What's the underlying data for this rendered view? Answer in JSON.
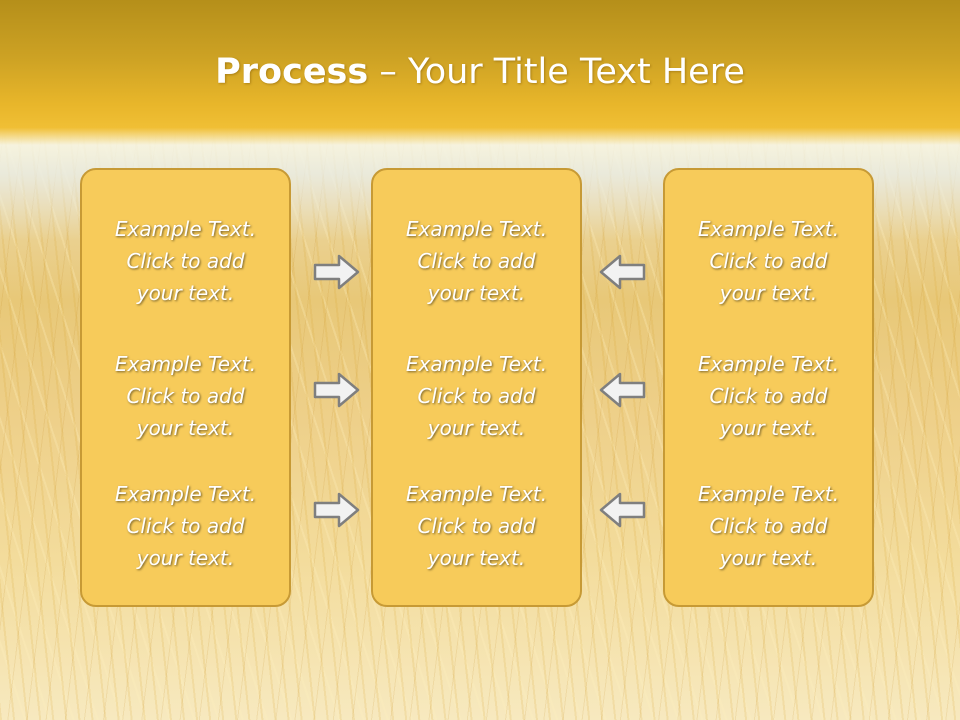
{
  "title": {
    "strong": "Process",
    "rest": " – Your Title Text Here"
  },
  "columns": [
    {
      "blocks": [
        {
          "line1": "Example Text.",
          "line2": "Click  to add",
          "line3": "your text."
        },
        {
          "line1": "Example Text.",
          "line2": "Click  to add",
          "line3": "your text."
        },
        {
          "line1": "Example Text.",
          "line2": "Click  to add",
          "line3": "your text."
        }
      ]
    },
    {
      "blocks": [
        {
          "line1": "Example Text.",
          "line2": "Click  to add",
          "line3": "your text."
        },
        {
          "line1": "Example Text.",
          "line2": "Click  to add",
          "line3": "your text."
        },
        {
          "line1": "Example Text.",
          "line2": "Click  to add",
          "line3": "your text."
        }
      ]
    },
    {
      "blocks": [
        {
          "line1": "Example Text.",
          "line2": "Click  to add",
          "line3": "your text."
        },
        {
          "line1": "Example Text.",
          "line2": "Click  to add",
          "line3": "your text."
        },
        {
          "line1": "Example Text.",
          "line2": "Click  to add",
          "line3": "your text."
        }
      ]
    }
  ],
  "arrows": {
    "left_group": [
      "arrow-right-icon",
      "arrow-right-icon",
      "arrow-right-icon"
    ],
    "right_group": [
      "arrow-left-icon",
      "arrow-left-icon",
      "arrow-left-icon"
    ]
  },
  "colors": {
    "header": "#e8b62a",
    "panel_fill": "#f7cb5a",
    "panel_border": "#c79a35",
    "arrow_fill": "#f2f2f2",
    "arrow_stroke": "#7f7f7f"
  }
}
